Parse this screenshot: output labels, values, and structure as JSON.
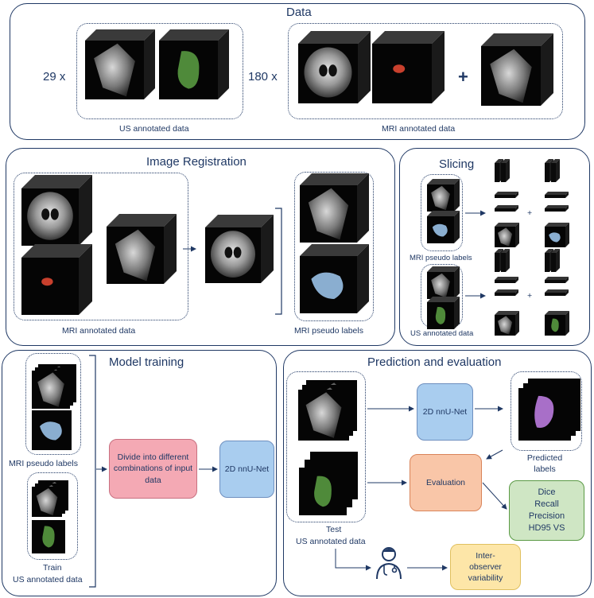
{
  "data_panel": {
    "title": "Data",
    "us_count": "29 x",
    "mri_count": "180 x",
    "plus": "+",
    "us_label": "US annotated data",
    "mri_label": "MRI annotated data"
  },
  "registration_panel": {
    "title": "Image Registration",
    "mri_label": "MRI annotated data",
    "pseudo_label": "MRI pseudo labels"
  },
  "slicing_panel": {
    "title": "Slicing",
    "mri_pseudo": "MRI pseudo labels",
    "us_annot": "US annotated data",
    "plus": "+"
  },
  "training_panel": {
    "title": "Model training",
    "mri_pseudo": "MRI pseudo labels",
    "train": "Train",
    "us_annot": "US annotated data",
    "divide_box": "Divide into different combinations of input data",
    "nnunet_box": "2D nnU-Net"
  },
  "prediction_panel": {
    "title": "Prediction and evaluation",
    "nnunet_box": "2D nnU-Net",
    "predicted": "Predicted labels",
    "evaluation": "Evaluation",
    "metrics": "Dice Recall Precision HD95 VS",
    "test": "Test",
    "us_annot": "US annotated data",
    "interobserver": "Inter- observer variability"
  },
  "colors": {
    "outline": "#1f3864",
    "pink": "#f4b8c0",
    "blue": "#b8d4f0",
    "orange": "#fbd3bc",
    "green": "#d8ecd0",
    "yellow": "#fdebb8",
    "us_mask": "#4f8a3a",
    "mri_mask": "#c8402d",
    "pseudo_mask": "#8aaed0",
    "pred_mask": "#a86fc8"
  }
}
